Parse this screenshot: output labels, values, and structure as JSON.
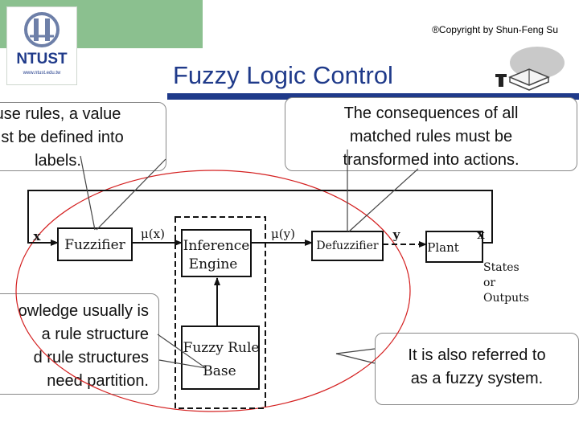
{
  "header": {
    "copyright": "®Copyright by Shun-Feng Su",
    "title": "Fuzzy Logic Control",
    "logo_text": "NTUST",
    "logo_url": "www.ntust.edu.tw"
  },
  "callouts": {
    "rules_labels": [
      "use rules, a value",
      "ust be defined into",
      "labels."
    ],
    "consequences": [
      "The consequences of all",
      "matched rules must be",
      "transformed into actions."
    ],
    "knowledge": [
      "owledge usually is",
      "a rule structure",
      "d rule structures",
      "need partition."
    ],
    "fuzzy_system": [
      "It is also referred to",
      "as a fuzzy system."
    ]
  },
  "diagram": {
    "fuzzifier": "Fuzzifier",
    "inference_engine": [
      "Inference",
      "Engine"
    ],
    "fuzzy_rule_base": [
      "Fuzzy Rule",
      "Base"
    ],
    "defuzzifier": "Defuzzifier",
    "plant": "Plant",
    "mu_x": "μ(x)",
    "mu_y": "μ(y)",
    "x_in": "x",
    "y_out": "y",
    "x_out": "x",
    "states_outputs": [
      "States",
      "or",
      "Outputs"
    ]
  },
  "colors": {
    "title": "#1f3a8a",
    "band": "#8bc08f",
    "ellipse": "#d42020",
    "logo_text": "#1f3a8a"
  }
}
